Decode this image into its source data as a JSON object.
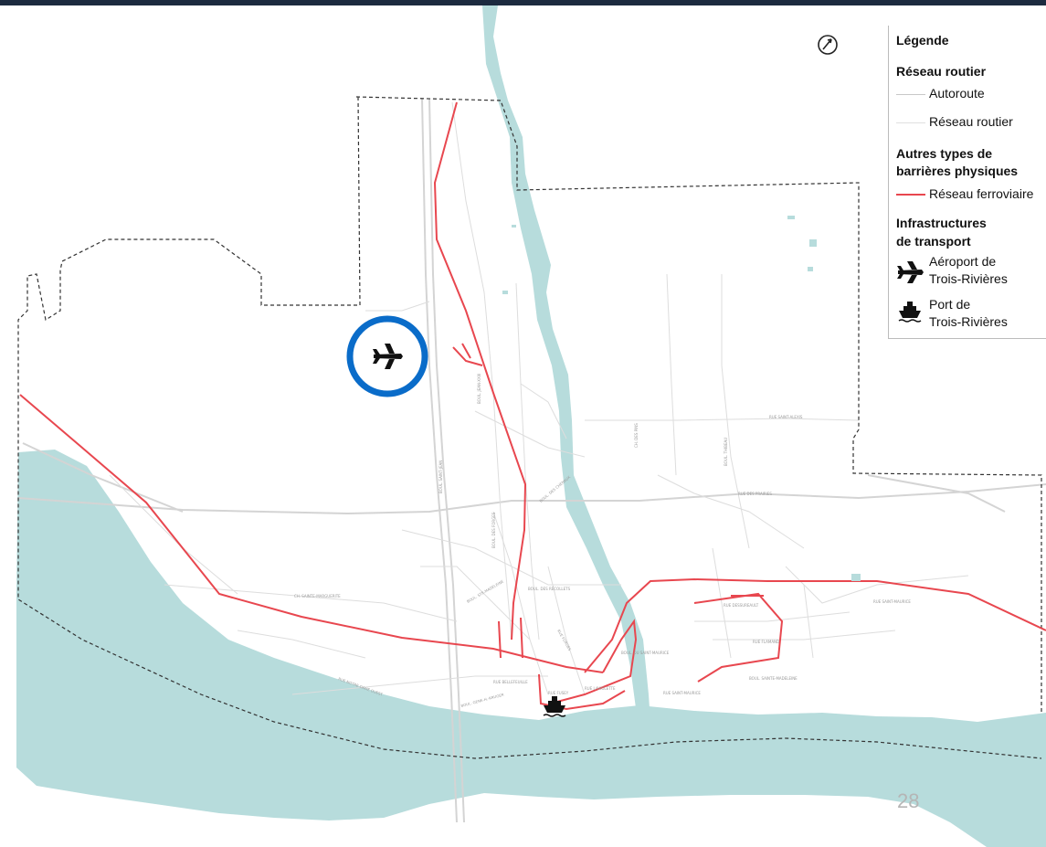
{
  "legend": {
    "title": "Légende",
    "road_section": "Réseau routier",
    "highway": "Autoroute",
    "road_network": "Réseau routier",
    "barriers_line1": "Autres types de",
    "barriers_line2": "barrières physiques",
    "rail": "Réseau ferroviaire",
    "infra_line1": "Infrastructures",
    "infra_line2": "de transport",
    "airport_line1": "Aéroport de",
    "airport_line2": "Trois-Rivières",
    "port_line1": "Port de",
    "port_line2": "Trois-Rivières"
  },
  "page_number": "28",
  "colors": {
    "water": "#b7dcdc",
    "rail": "#e8474f",
    "roads": "#d4d4d4",
    "boundary": "#333333",
    "highlight": "#0a6cc9",
    "topbar": "#1c2a3f"
  },
  "icons": [
    "airplane-icon",
    "ship-icon",
    "north-arrow-icon"
  ],
  "street_labels": [
    "BOUL. DES CHENAUX",
    "BOUL. DES RÉCOLLETS",
    "CH. SAINTE-MARGUERITE",
    "RUE NOTRE-DAME OUEST",
    "RUE SAINT-MAURICE",
    "RUE SAINT-ALEXIS",
    "RUE DES PRAIRIES",
    "RUE DESSUREAULT",
    "BOUL. DU SAINT-MAURICE",
    "BOUL. JEAN-XXIII",
    "BOUL. THIBEAU",
    "BOUL. SAINT-JEAN",
    "RUE BELLEFEUILLE",
    "BOUL. GENE-H.-KRUGER",
    "BOUL. STE-MADELEINE",
    "CH. DES PINS",
    "RUE FLAMAND",
    "BOUL. SAINTE-MADELEINE",
    "RUE SAINT-MAURICE",
    "RUE FORGES",
    "RUE LAVIOLETTE",
    "RUE FUSEY",
    "BOUL. DES FORGES"
  ]
}
